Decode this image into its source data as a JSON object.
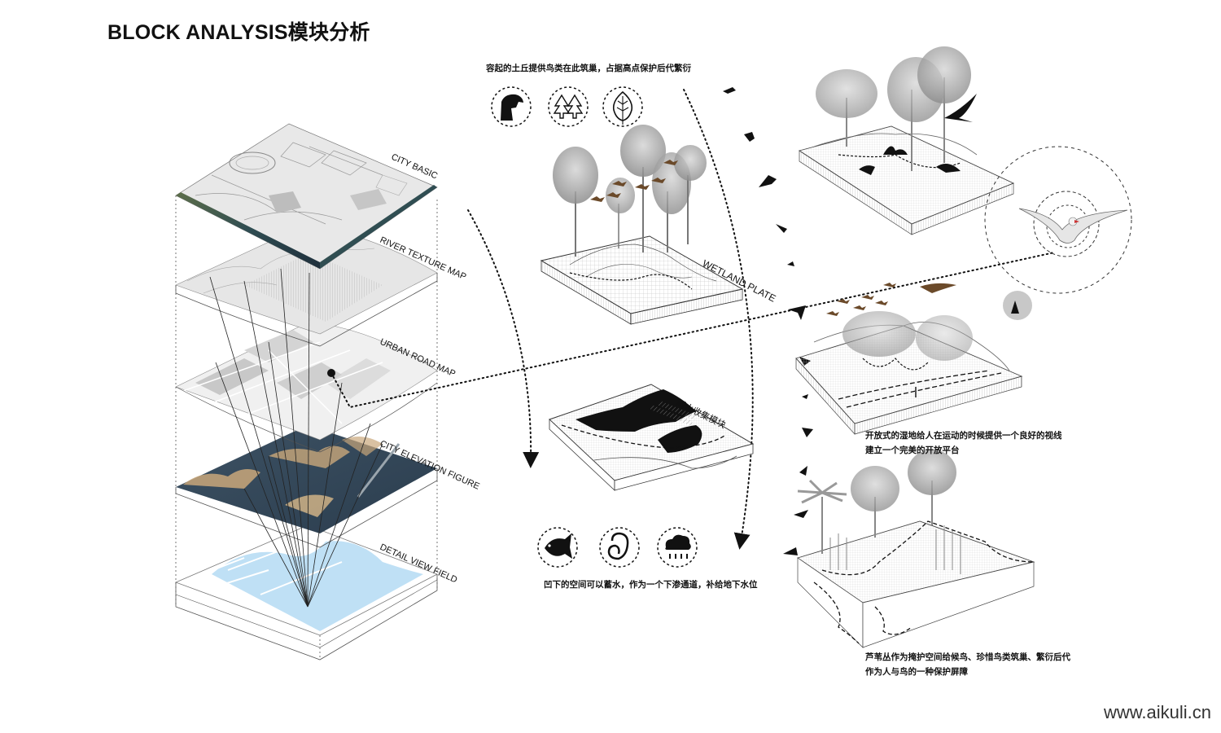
{
  "title": "BLOCK ANALYSIS模块分析",
  "layers": [
    {
      "label": "CITY BASIC"
    },
    {
      "label": "RIVER TEXTURE MAP"
    },
    {
      "label": "URBAN ROAD MAP"
    },
    {
      "label": "CITY ELEVATION FIGURE"
    },
    {
      "label": "DETAIL VIEW FIELD"
    }
  ],
  "wetland": {
    "caption": "容起的土丘提供鸟类在此筑巢，占据高点保护后代繁衍",
    "plate_label": "WETLAND PLATE",
    "icons": [
      "eagle-icon",
      "forest-icon",
      "leaf-icon"
    ]
  },
  "rain_module": {
    "label": "雨水收集模块",
    "caption": "凹下的空间可以蓄水，作为一个下渗通道，补给地下水位",
    "icons": [
      "fish-icon",
      "water-drop-icon",
      "rain-cloud-icon"
    ]
  },
  "open_wetland": {
    "caption_line1": "开放式的湿地给人在运动的时候提供一个良好的视线",
    "caption_line2": "建立一个完美的开放平台"
  },
  "reed": {
    "caption_line1": "芦苇丛作为掩护空间给候鸟、珍惜鸟类筑巢、繁衍后代",
    "caption_line2": "作为人与鸟的一种保护屏障"
  },
  "watermark": "www.aikuli.cn",
  "colors": {
    "ink": "#111111",
    "map_blue": "#bfe0f5",
    "elevation": "#3f5466",
    "sand": "#c9a77a"
  }
}
